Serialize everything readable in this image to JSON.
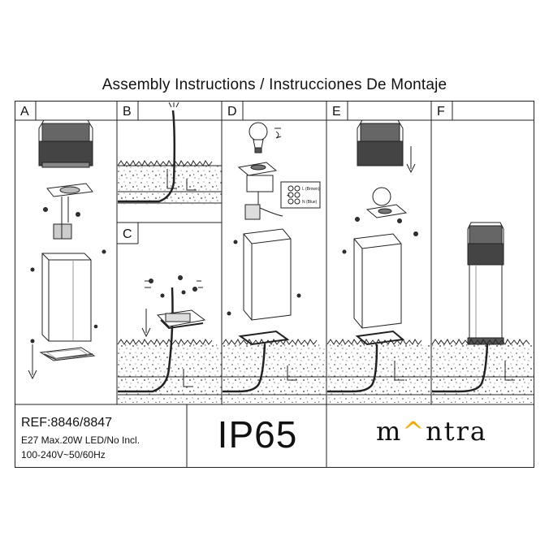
{
  "document": {
    "title": "Assembly Instructions / Instrucciones De Montaje",
    "panels": [
      {
        "label": "A"
      },
      {
        "label": "B"
      },
      {
        "label": "C"
      },
      {
        "label": "D"
      },
      {
        "label": "E"
      },
      {
        "label": "F"
      }
    ],
    "wiring": {
      "live": "L (Brown)",
      "earth": "⏚",
      "neutral": "N (Blue)"
    },
    "footer": {
      "ref": "REF:8846/8847",
      "spec_line1": "E27 Max.20W LED/No Incl.",
      "spec_line2": "100-240V~50/60Hz",
      "ip_rating": "IP65",
      "brand_prefix": "m",
      "brand_mark": "^",
      "brand_suffix": "ntra"
    }
  },
  "colors": {
    "line": "#222222",
    "lamp_dark": "#555555",
    "soil_dot": "#333333",
    "brand_accent": "#f2a900"
  }
}
